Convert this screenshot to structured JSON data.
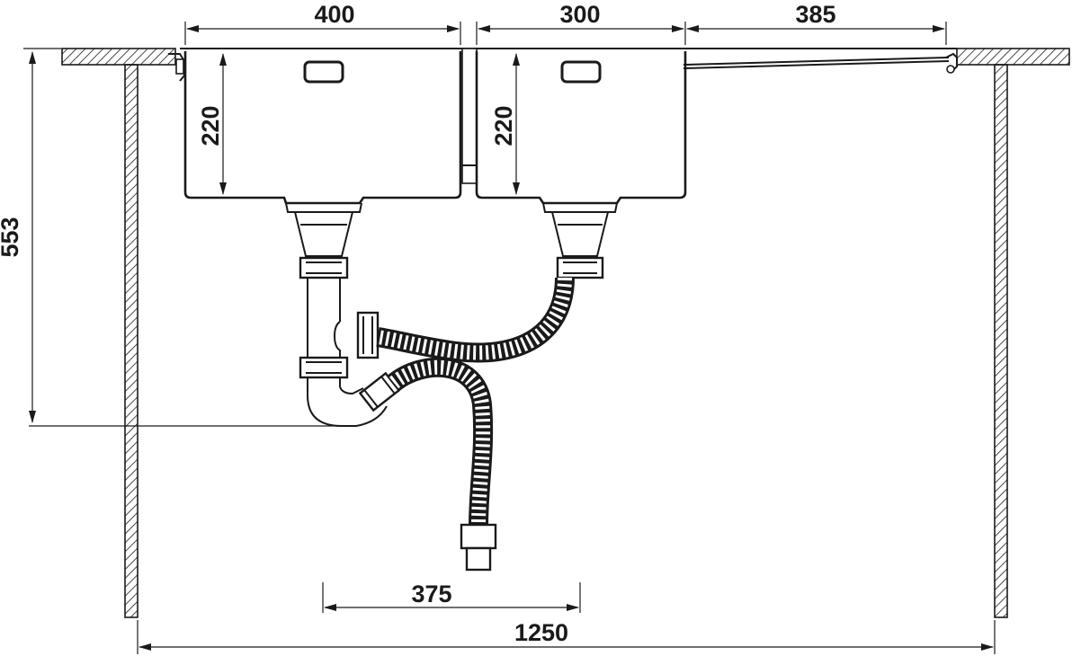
{
  "dimensions": {
    "bowl_left_width": "400",
    "bowl_right_width": "300",
    "drainboard_width": "385",
    "bowl_left_depth": "220",
    "bowl_right_depth": "220",
    "total_height": "553",
    "outlet_offset": "375",
    "cabinet_width": "1250"
  },
  "colors": {
    "line": "#1a1a1a",
    "background": "#ffffff"
  }
}
